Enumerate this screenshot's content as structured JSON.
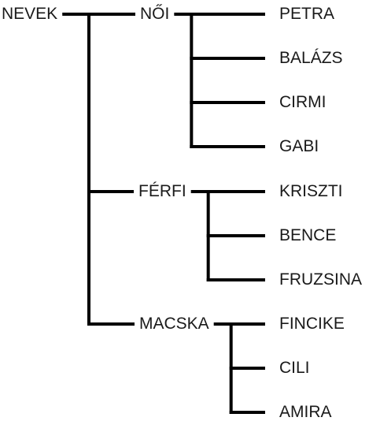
{
  "tree": {
    "root": {
      "label": "NEVEK",
      "groups": [
        {
          "label": "NŐI",
          "leaves": [
            "PETRA",
            "BALÁZS",
            "CIRMI",
            "GABI"
          ]
        },
        {
          "label": "FÉRFI",
          "leaves": [
            "KRISZTI",
            "BENCE",
            "FRUZSINA"
          ]
        },
        {
          "label": "MACSKA",
          "leaves": [
            "FINCIKE",
            "CILI",
            "AMIRA"
          ]
        }
      ]
    },
    "line_color": "#000000",
    "text_color": "#1a1a1a"
  }
}
